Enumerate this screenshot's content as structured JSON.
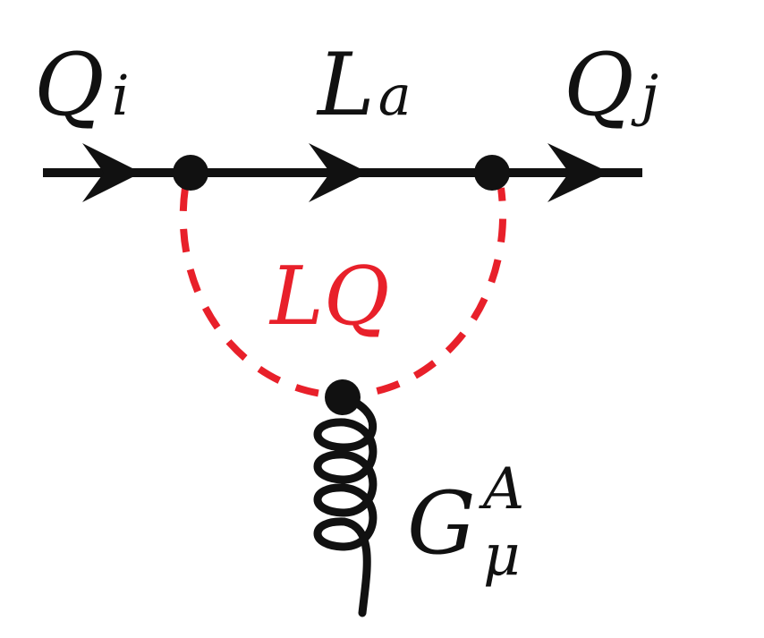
{
  "labels": {
    "incoming_quark": {
      "base": "Q",
      "sub": "i"
    },
    "internal_lepton": {
      "base": "L",
      "sub": "a"
    },
    "outgoing_quark": {
      "base": "Q",
      "sub": "j"
    },
    "leptoquark": "LQ",
    "gluon": {
      "base": "G",
      "sup": "A",
      "sub": "μ"
    }
  },
  "colors": {
    "fermion": "#111111",
    "leptoquark": "#e8202a",
    "gluon": "#111111"
  }
}
